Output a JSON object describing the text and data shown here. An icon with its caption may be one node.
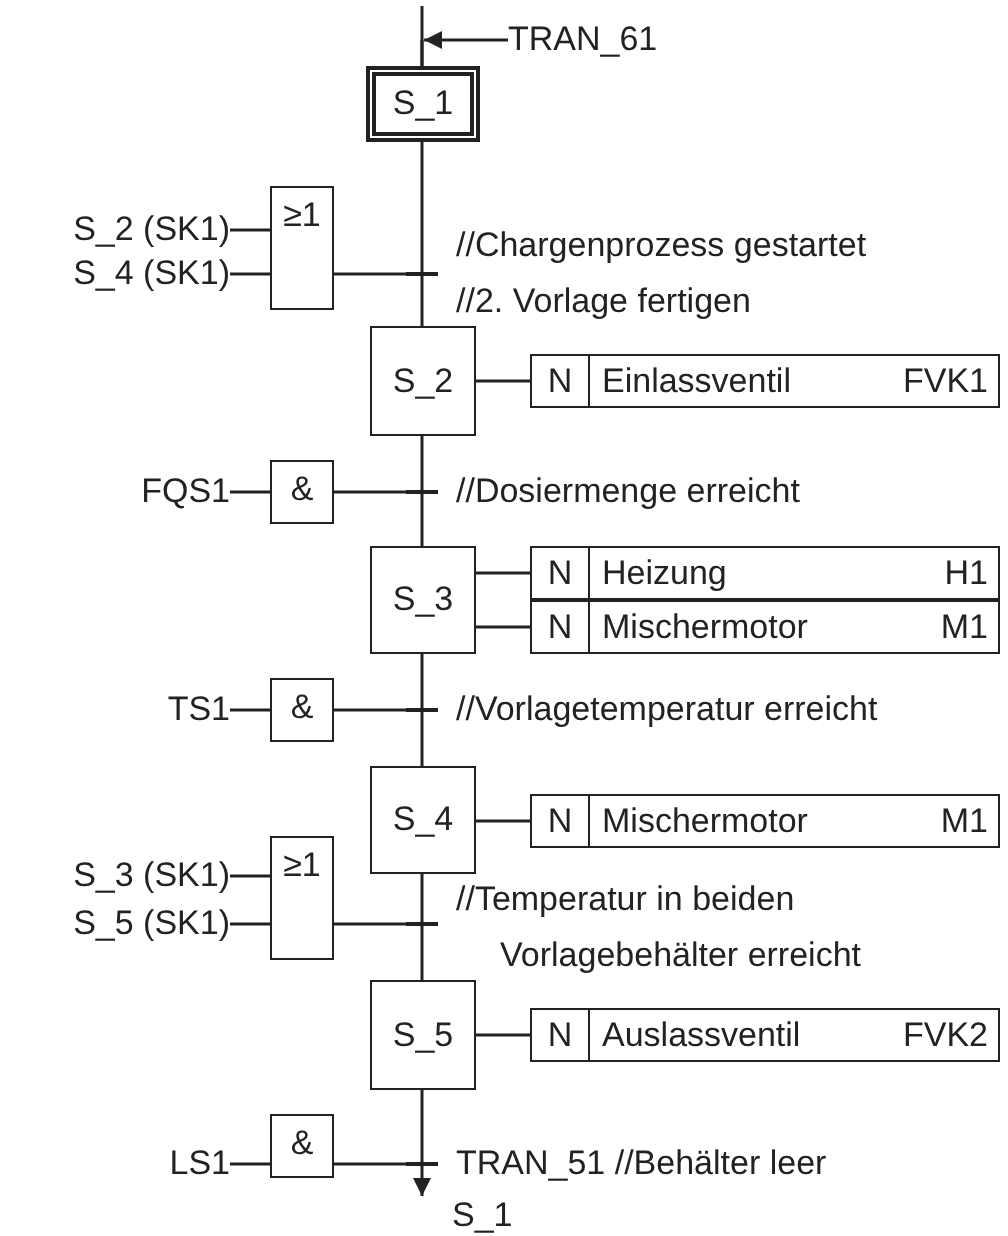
{
  "diagram": {
    "nodes": [
      {
        "text": [
          "TRAN_61"
        ]
      },
      {
        "text": [
          "S_1"
        ]
      },
      {
        "text": [
          "S_2 (SK1)"
        ]
      },
      {
        "text": [
          "S_4 (SK1)"
        ]
      },
      {
        "text": [
          "≥1"
        ]
      },
      {
        "text": [],
        "shape": "bar",
        "beside": [
          "//Chargenprozess gestartet",
          "//2. Vorlage fertigen"
        ]
      },
      {
        "text": [
          "S_2"
        ]
      },
      {
        "text": [
          "N",
          "Einlassventil",
          "FVK1"
        ]
      },
      {
        "text": [
          "FQS1"
        ]
      },
      {
        "text": [
          "&"
        ]
      },
      {
        "text": [],
        "shape": "bar",
        "beside": [
          "//Dosiermenge erreicht"
        ]
      },
      {
        "text": [
          "S_3"
        ]
      },
      {
        "text": [
          "N",
          "Heizung",
          "H1"
        ]
      },
      {
        "text": [
          "N",
          "Mischermotor",
          "M1"
        ]
      },
      {
        "text": [
          "TS1"
        ]
      },
      {
        "text": [
          "&"
        ]
      },
      {
        "text": [],
        "shape": "bar",
        "beside": [
          "//Vorlagetemperatur erreicht"
        ]
      },
      {
        "text": [
          "S_4"
        ]
      },
      {
        "text": [
          "N",
          "Mischermotor",
          "M1"
        ]
      },
      {
        "text": [
          "S_3 (SK1)"
        ]
      },
      {
        "text": [
          "S_5 (SK1)"
        ]
      },
      {
        "text": [
          "≥1"
        ]
      },
      {
        "text": [],
        "shape": "bar",
        "beside": [
          "//Temperatur in beiden Vorlagebehälter erreicht"
        ]
      },
      {
        "text": [
          "S_5"
        ]
      },
      {
        "text": [
          "N",
          "Auslassventil",
          "FVK2"
        ]
      },
      {
        "text": [
          "LS1"
        ]
      },
      {
        "text": [
          "&"
        ]
      },
      {
        "text": [],
        "shape": "bar",
        "beside": [
          "TRAN_51 //Behälter leer"
        ]
      },
      {
        "text": [
          "S_1"
        ]
      }
    ],
    "edges": [
      {
        "from": 0,
        "to": 1,
        "arrow": "to"
      },
      {
        "from": null,
        "to": 1,
        "arrow": "none"
      },
      {
        "from": 1,
        "to": 5,
        "arrow": "none"
      },
      {
        "from": 2,
        "to": 4,
        "arrow": "none"
      },
      {
        "from": 3,
        "to": 4,
        "arrow": "none"
      },
      {
        "from": 4,
        "to": 5,
        "arrow": "none"
      },
      {
        "from": 5,
        "to": 6,
        "arrow": "none"
      },
      {
        "from": 6,
        "to": 7,
        "arrow": "none"
      },
      {
        "from": 8,
        "to": 9,
        "arrow": "none"
      },
      {
        "from": 9,
        "to": 10,
        "arrow": "none"
      },
      {
        "from": 6,
        "to": 10,
        "arrow": "none"
      },
      {
        "from": 10,
        "to": 11,
        "arrow": "none"
      },
      {
        "from": 11,
        "to": 12,
        "arrow": "none"
      },
      {
        "from": 11,
        "to": 13,
        "arrow": "none"
      },
      {
        "from": 14,
        "to": 15,
        "arrow": "none"
      },
      {
        "from": 15,
        "to": 16,
        "arrow": "none"
      },
      {
        "from": 11,
        "to": 16,
        "arrow": "none"
      },
      {
        "from": 16,
        "to": 17,
        "arrow": "none"
      },
      {
        "from": 17,
        "to": 18,
        "arrow": "none"
      },
      {
        "from": 19,
        "to": 21,
        "arrow": "none"
      },
      {
        "from": 20,
        "to": 21,
        "arrow": "none"
      },
      {
        "from": 21,
        "to": 22,
        "arrow": "none"
      },
      {
        "from": 17,
        "to": 22,
        "arrow": "none"
      },
      {
        "from": 22,
        "to": 23,
        "arrow": "none"
      },
      {
        "from": 23,
        "to": 24,
        "arrow": "none"
      },
      {
        "from": 25,
        "to": 26,
        "arrow": "none"
      },
      {
        "from": 26,
        "to": 27,
        "arrow": "none"
      },
      {
        "from": 23,
        "to": 27,
        "arrow": "none"
      },
      {
        "from": 27,
        "to": 28,
        "arrow": "to"
      }
    ]
  }
}
